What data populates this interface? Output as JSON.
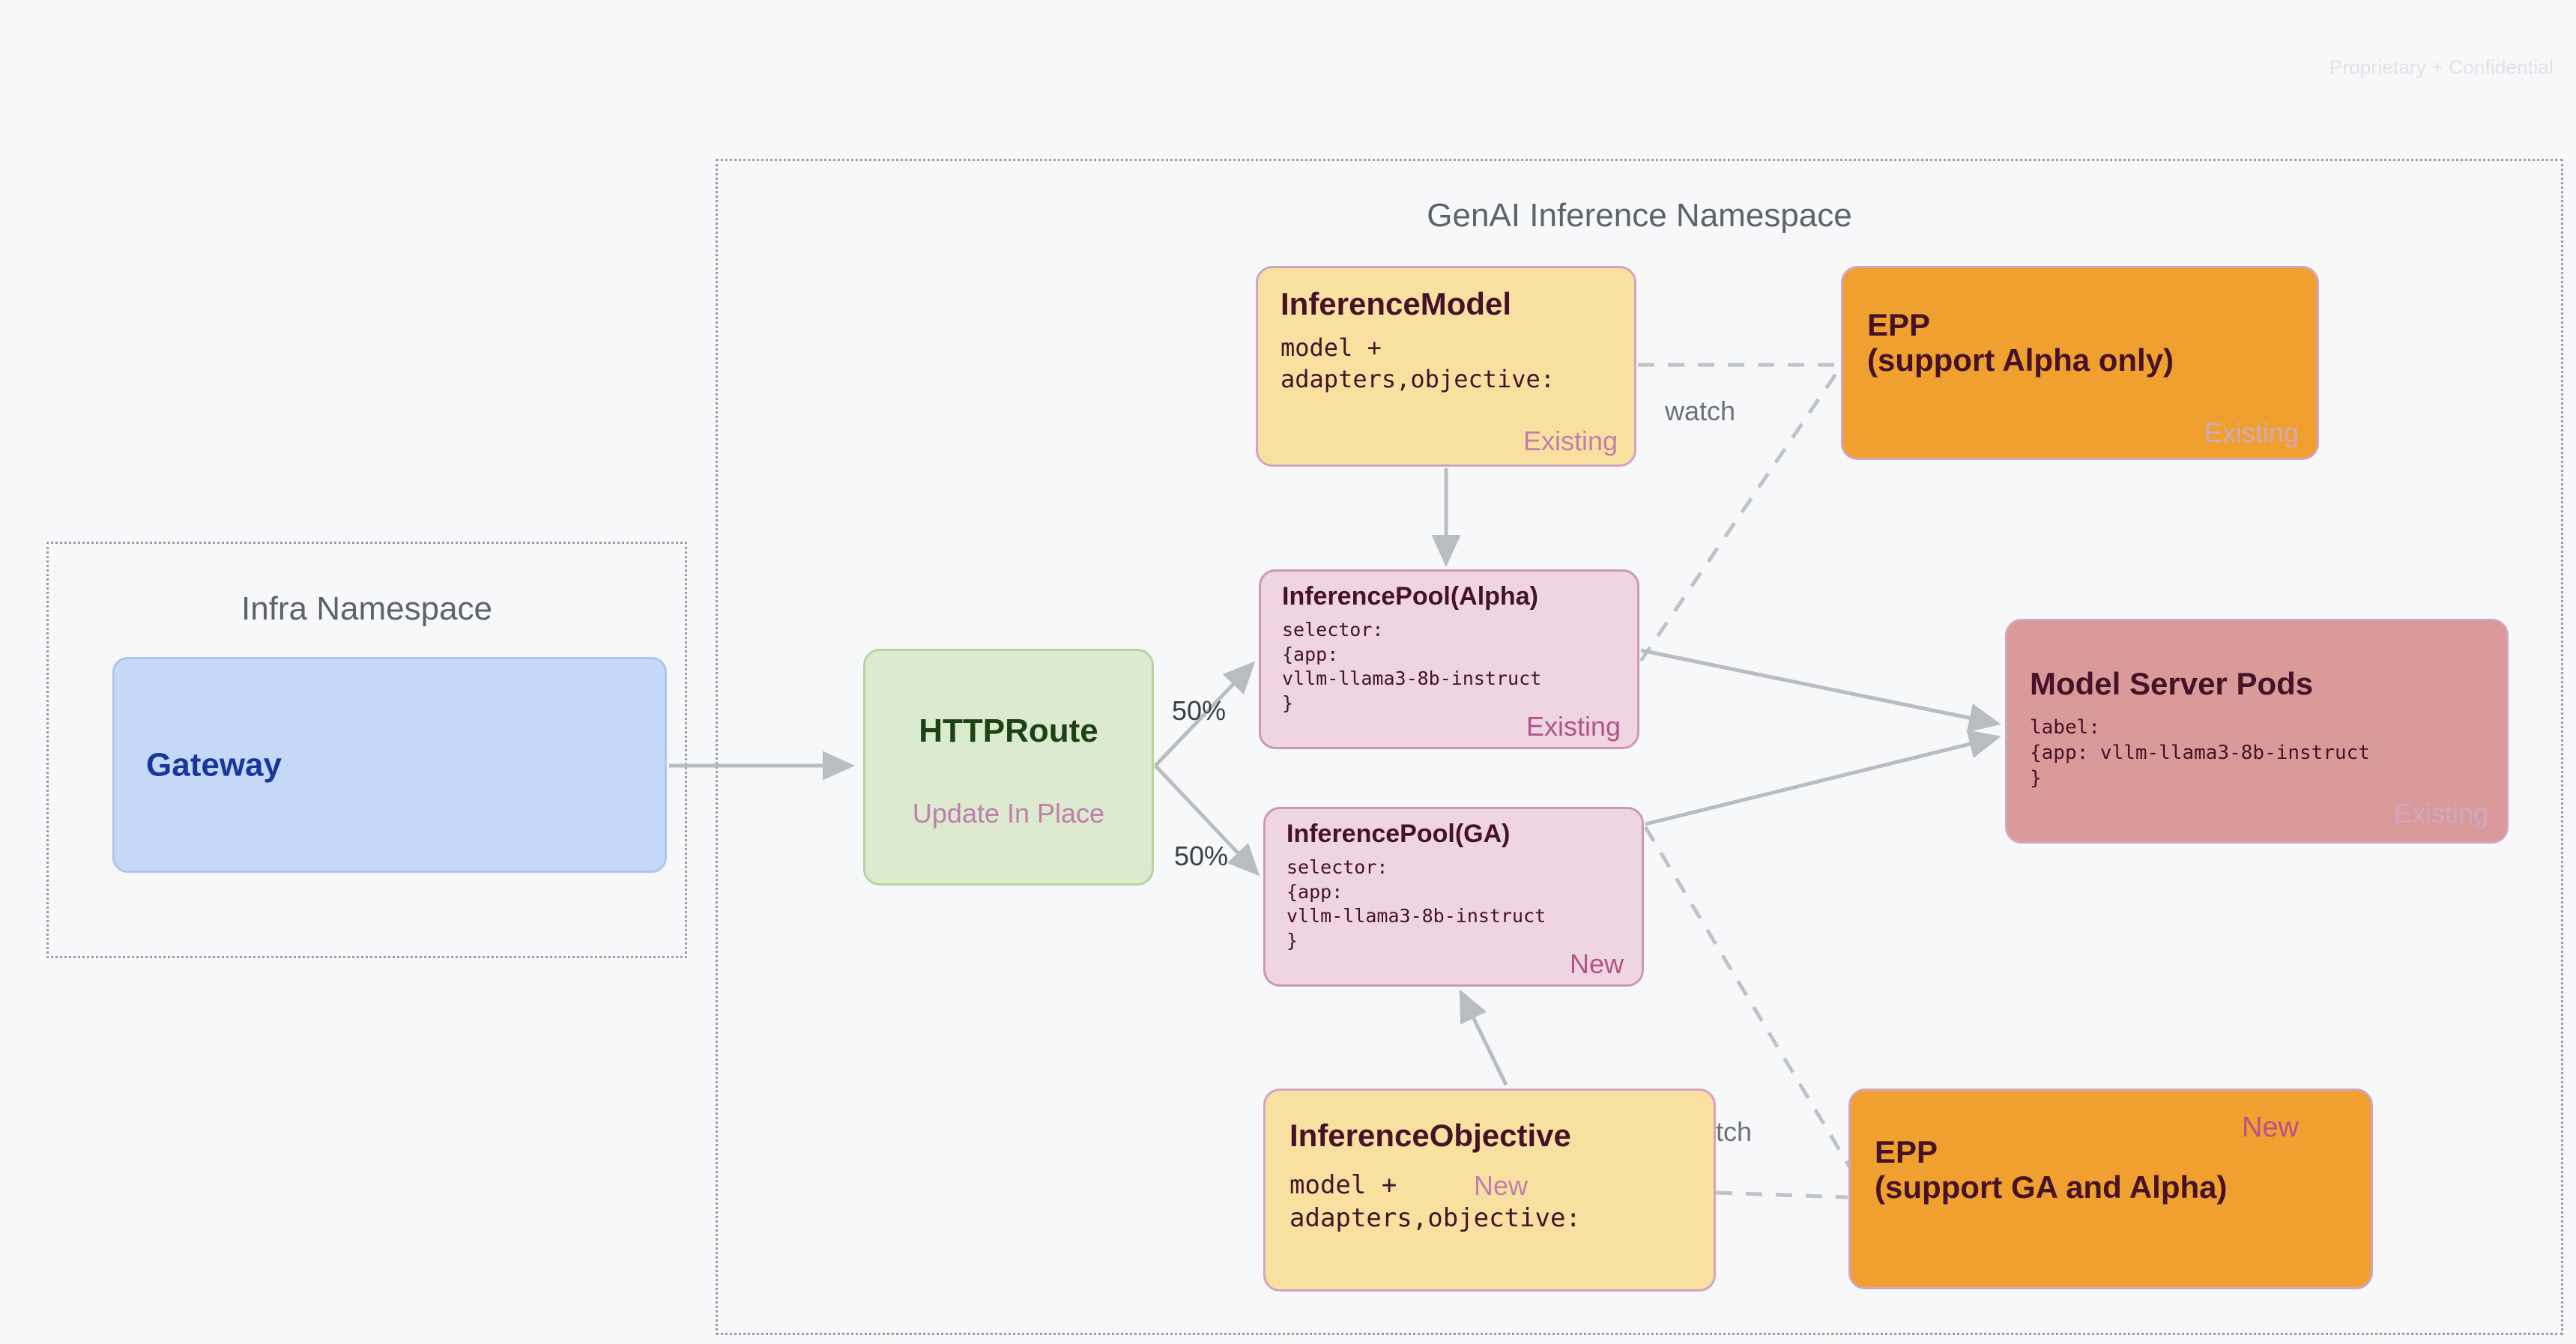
{
  "watermark": "Proprietary + Confidential",
  "namespaces": [
    {
      "id": "infra",
      "title": "Infra Namespace"
    },
    {
      "id": "genai",
      "title": "GenAI Inference Namespace"
    }
  ],
  "nodes": {
    "gateway": {
      "title": "Gateway",
      "body": "",
      "badge": "",
      "fill": "#C5D8F7",
      "border": "#AFC6EC",
      "text": "#17379B"
    },
    "httproute": {
      "title": "HTTPRoute",
      "badge": "Update In Place",
      "fill": "#DCEAD0",
      "border": "#B7D49D",
      "text": "#1C4314"
    },
    "inferencemodel": {
      "title": "InferenceModel",
      "body": "model +\nadapters,objective:",
      "badge": "Existing",
      "fill": "#F8E1A0",
      "border": "#D3A3C2",
      "text": "#451228"
    },
    "epp_alpha": {
      "title": "EPP\n(support Alpha only)",
      "badge": "Existing",
      "fill": "#F0A02F",
      "border": "#D3A3C2",
      "text": "#451228"
    },
    "pool_alpha": {
      "title": "InferencePool(Alpha)",
      "body": "selector:\n{app:\nvllm-llama3-8b-instruct\n}",
      "badge": "Existing",
      "fill": "#EED5E1",
      "border": "#CC98B8",
      "text": "#451228"
    },
    "pool_ga": {
      "title": "InferencePool(GA)",
      "body": "selector:\n{app:\nvllm-llama3-8b-instruct\n}",
      "badge": "New",
      "fill": "#EED5E1",
      "border": "#CC98B8",
      "text": "#451228"
    },
    "modelserver": {
      "title": "Model Server Pods",
      "body": "label:\n{app: vllm-llama3-8b-instruct\n}",
      "badge": "Existing",
      "fill": "#DA9A9A",
      "border": "#D3A3C2",
      "text": "#451228"
    },
    "inferenceobjective": {
      "title": "InferenceObjective",
      "body": "model +\nadapters,objective:",
      "badge": "New",
      "fill": "#F8E1A0",
      "border": "#D3A3C2",
      "text": "#451228"
    },
    "epp_ga": {
      "title": "EPP\n(support GA and Alpha)",
      "badge": "New",
      "fill": "#F0A02F",
      "border": "#D3A3C2",
      "text": "#451228"
    }
  },
  "edge_labels": {
    "split_top": "50%",
    "split_bottom": "50%",
    "watch_top": "watch",
    "watch_bottom": "watch"
  },
  "edges": [
    {
      "from": "external",
      "to": "httproute",
      "style": "solid",
      "label": ""
    },
    {
      "from": "gateway",
      "to": "httproute",
      "style": "solid",
      "label": ""
    },
    {
      "from": "httproute",
      "to": "pool_alpha",
      "style": "solid",
      "label": "50%"
    },
    {
      "from": "httproute",
      "to": "pool_ga",
      "style": "solid",
      "label": "50%"
    },
    {
      "from": "inferencemodel",
      "to": "pool_alpha",
      "style": "solid",
      "label": ""
    },
    {
      "from": "inferencemodel",
      "to": "epp_alpha",
      "style": "dashed",
      "label": "watch"
    },
    {
      "from": "pool_alpha",
      "to": "epp_alpha",
      "style": "dashed",
      "label": ""
    },
    {
      "from": "pool_alpha",
      "to": "modelserver",
      "style": "solid",
      "label": ""
    },
    {
      "from": "pool_ga",
      "to": "modelserver",
      "style": "solid",
      "label": ""
    },
    {
      "from": "pool_ga",
      "to": "epp_ga",
      "style": "dashed",
      "label": ""
    },
    {
      "from": "inferenceobjective",
      "to": "pool_ga",
      "style": "solid",
      "label": ""
    },
    {
      "from": "inferenceobjective",
      "to": "epp_ga",
      "style": "dashed",
      "label": "watch"
    }
  ],
  "colors": {
    "background": "#F7F8FA",
    "edge": "#B9BCC0",
    "namespace_border": "#9A9DA4",
    "namespace_title": "#5F6368",
    "badge_existing": "#C07FAC",
    "badge_new": "#B25487",
    "watermark": "#E2E3E6"
  }
}
